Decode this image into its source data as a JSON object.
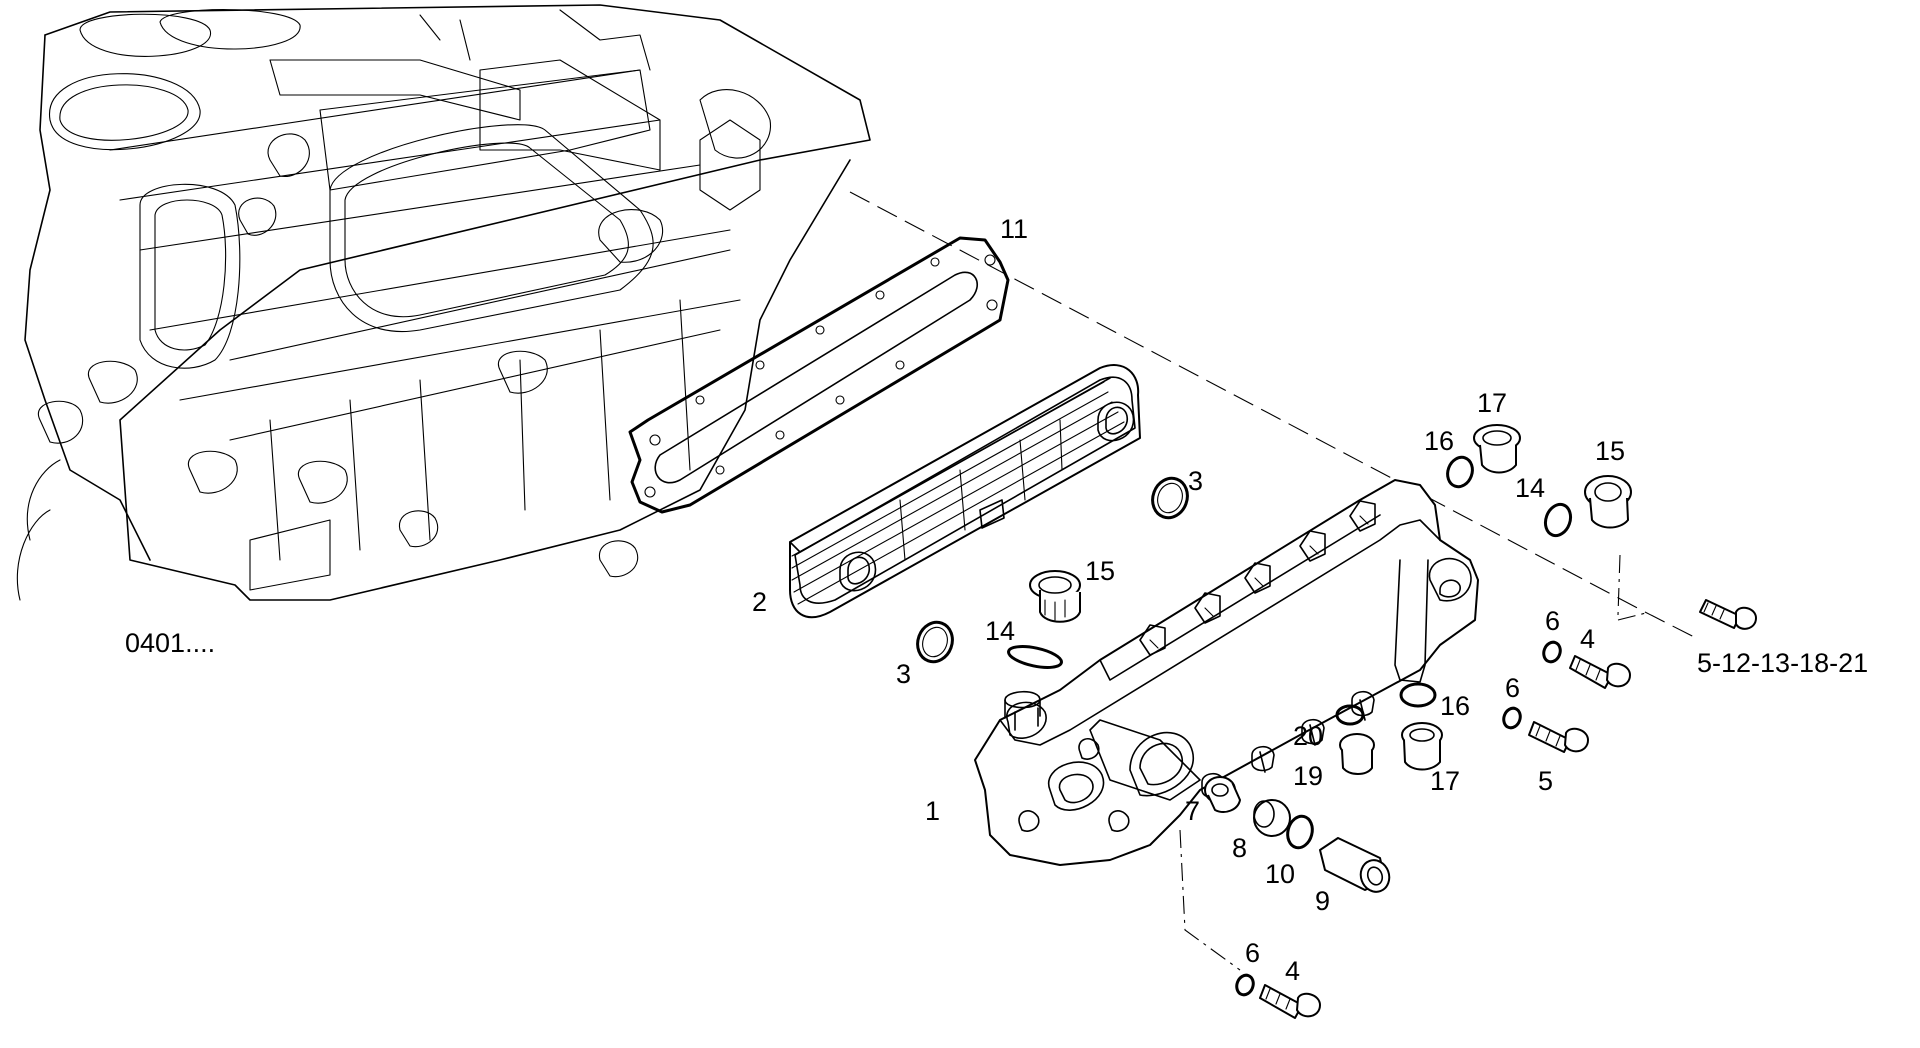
{
  "reference": "0401....",
  "bolt_group": "5-12-13-18-21",
  "callouts": [
    {
      "id": "c11",
      "text": "11"
    },
    {
      "id": "c17a",
      "text": "17"
    },
    {
      "id": "c16a",
      "text": "16"
    },
    {
      "id": "c15a",
      "text": "15"
    },
    {
      "id": "c14a",
      "text": "14"
    },
    {
      "id": "c3a",
      "text": "3"
    },
    {
      "id": "c15b",
      "text": "15"
    },
    {
      "id": "c2",
      "text": "2"
    },
    {
      "id": "c14b",
      "text": "14"
    },
    {
      "id": "c3b",
      "text": "3"
    },
    {
      "id": "c6a",
      "text": "6"
    },
    {
      "id": "c4a",
      "text": "4"
    },
    {
      "id": "c6b",
      "text": "6"
    },
    {
      "id": "c16b",
      "text": "16"
    },
    {
      "id": "c20",
      "text": "20"
    },
    {
      "id": "c19",
      "text": "19"
    },
    {
      "id": "c17b",
      "text": "17"
    },
    {
      "id": "c5",
      "text": "5"
    },
    {
      "id": "c1",
      "text": "1"
    },
    {
      "id": "c7",
      "text": "7"
    },
    {
      "id": "c8",
      "text": "8"
    },
    {
      "id": "c10",
      "text": "10"
    },
    {
      "id": "c9",
      "text": "9"
    },
    {
      "id": "c6c",
      "text": "6"
    },
    {
      "id": "c4b",
      "text": "4"
    }
  ]
}
